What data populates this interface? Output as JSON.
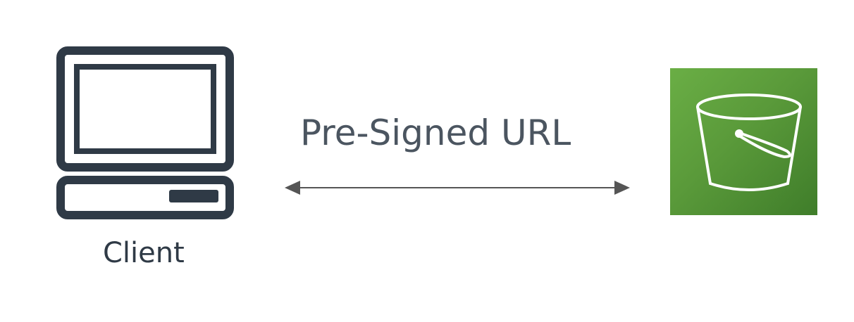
{
  "nodes": {
    "client": {
      "label": "Client",
      "icon": "desktop-computer-icon",
      "stroke_color": "#2f3a46"
    },
    "bucket": {
      "icon": "s3-bucket-icon",
      "tile_color": "#5a9a3a"
    }
  },
  "connection": {
    "label": "Pre-Signed URL",
    "direction": "bidirectional",
    "line_color": "#555555"
  }
}
